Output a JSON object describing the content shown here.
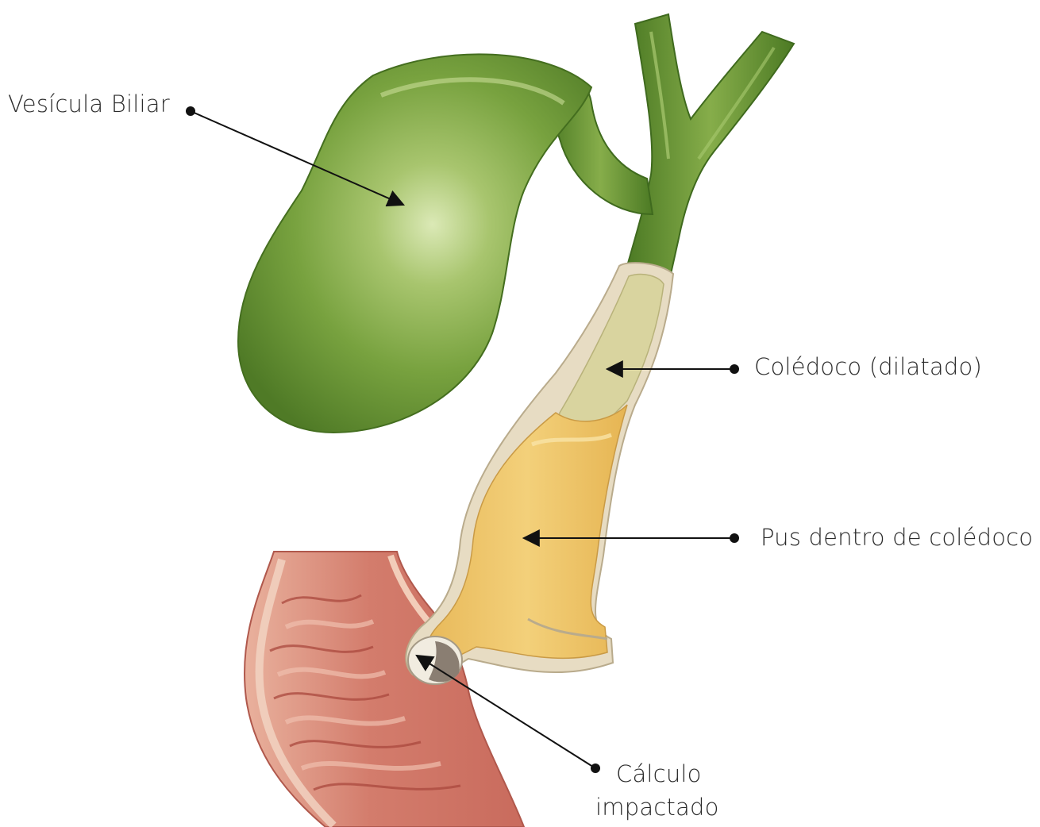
{
  "labels": {
    "gallbladder": "Vesícula Biliar",
    "common_bile_duct": "Colédoco (dilatado)",
    "pus": "Pus dentro de colédoco",
    "stone_line1": "Cálculo",
    "stone_line2": "impactado"
  },
  "colors": {
    "gallbladder_green": "#6f9a3a",
    "duct_green": "#5f8c34",
    "duct_wall": "#e6dcc6",
    "bile_pale": "#d8d39e",
    "pus_yellow": "#eec76a",
    "duodenum_pink": "#d98a7e",
    "stone_gray": "#8a7e72",
    "leader_line": "#111111"
  },
  "icons": [
    "bullet-dot",
    "arrow-head"
  ]
}
